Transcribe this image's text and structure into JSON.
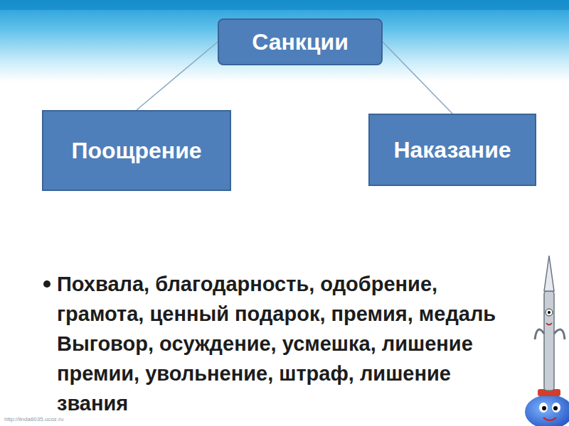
{
  "diagram": {
    "nodes": [
      {
        "text": [
          "Санкции"
        ]
      },
      {
        "text": [
          "Поощрение"
        ]
      },
      {
        "text": [
          "Наказание"
        ]
      }
    ],
    "edges": [
      {
        "from": 0,
        "to": 1,
        "arrow": "none"
      },
      {
        "from": 0,
        "to": 2,
        "arrow": "none"
      }
    ],
    "labels": [
      "Похвала, благодарность, одобрение, грамота, ценный подарок, премия, медаль Выговор, осуждение, усмешка, лишение премии, увольнение, штраф, лишение звания",
      "http://linda6035.ucoz.ru"
    ]
  }
}
